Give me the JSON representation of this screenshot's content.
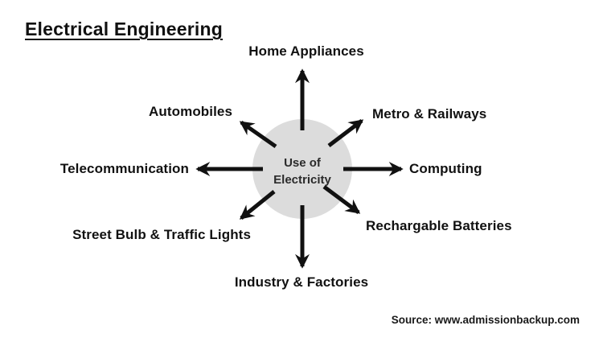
{
  "title": "Electrical Engineering",
  "hub": {
    "line1": "Use of",
    "line2": "Electricity"
  },
  "spokes": [
    {
      "id": "home-appliances",
      "label": "Home Appliances",
      "direction": "up"
    },
    {
      "id": "metro-railways",
      "label": "Metro & Railways",
      "direction": "up-right"
    },
    {
      "id": "computing",
      "label": "Computing",
      "direction": "right"
    },
    {
      "id": "rechargable-batteries",
      "label": "Rechargable Batteries",
      "direction": "down-right"
    },
    {
      "id": "industry-factories",
      "label": "Industry & Factories",
      "direction": "down"
    },
    {
      "id": "street-bulb-traffic-lights",
      "label": "Street Bulb & Traffic Lights",
      "direction": "down-left"
    },
    {
      "id": "telecommunication",
      "label": "Telecommunication",
      "direction": "left"
    },
    {
      "id": "automobiles",
      "label": "Automobiles",
      "direction": "up-left"
    }
  ],
  "source": "Source: www.admissionbackup.com",
  "colors": {
    "background": "#ffffff",
    "hub_fill": "#dcdcdc",
    "arrow": "#111111",
    "text": "#111111"
  }
}
